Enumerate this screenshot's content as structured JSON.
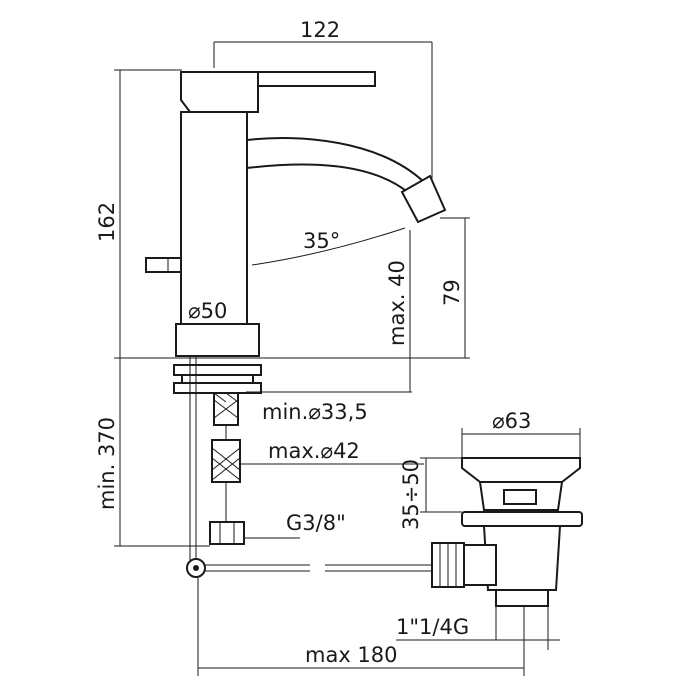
{
  "dimensions": {
    "width_top": "122",
    "height_total": "162",
    "spout_angle": "35°",
    "max_40": "max. 40",
    "spout_height": "79",
    "base_diameter": "⌀50",
    "min_hole": "min.⌀33,5",
    "max_hole": "max.⌀42",
    "min_370": "min. 370",
    "thread": "G3/8\"",
    "waste_diameter": "⌀63",
    "waste_range": "35÷50",
    "waste_thread": "1\"1/4G",
    "max_180": "max 180"
  }
}
